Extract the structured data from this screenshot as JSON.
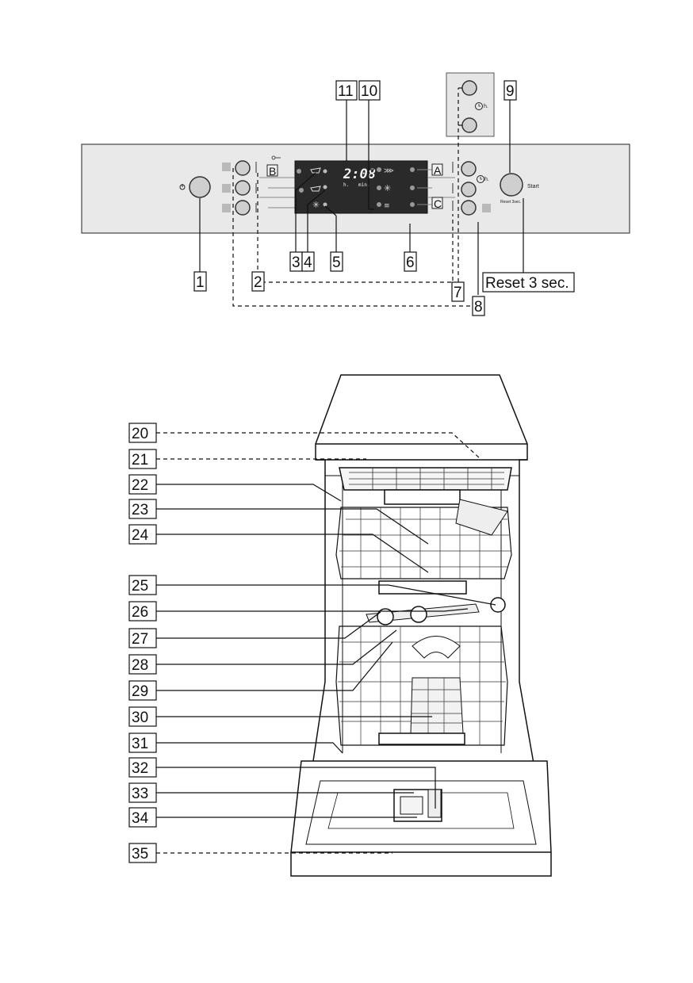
{
  "control_panel": {
    "callouts": [
      "1",
      "2",
      "3",
      "4",
      "5",
      "6",
      "7",
      "8",
      "9",
      "10",
      "11"
    ],
    "reset_label": "Reset 3 sec.",
    "display_time": "2:08",
    "display_h": "h.",
    "display_min": "min.",
    "program_letters": [
      "A",
      "B",
      "C"
    ],
    "timer_unit": "h.",
    "start_text": "Start",
    "reset_small_text": "Reset 3sec."
  },
  "appliance": {
    "callouts": [
      "20",
      "21",
      "22",
      "23",
      "24",
      "25",
      "26",
      "27",
      "28",
      "29",
      "30",
      "31",
      "32",
      "33",
      "34",
      "35"
    ]
  },
  "colors": {
    "panel_bg": "#e9e9e9",
    "display_bg": "#2a2a2a",
    "button_fill": "#cfcfcf",
    "line": "#111111"
  }
}
